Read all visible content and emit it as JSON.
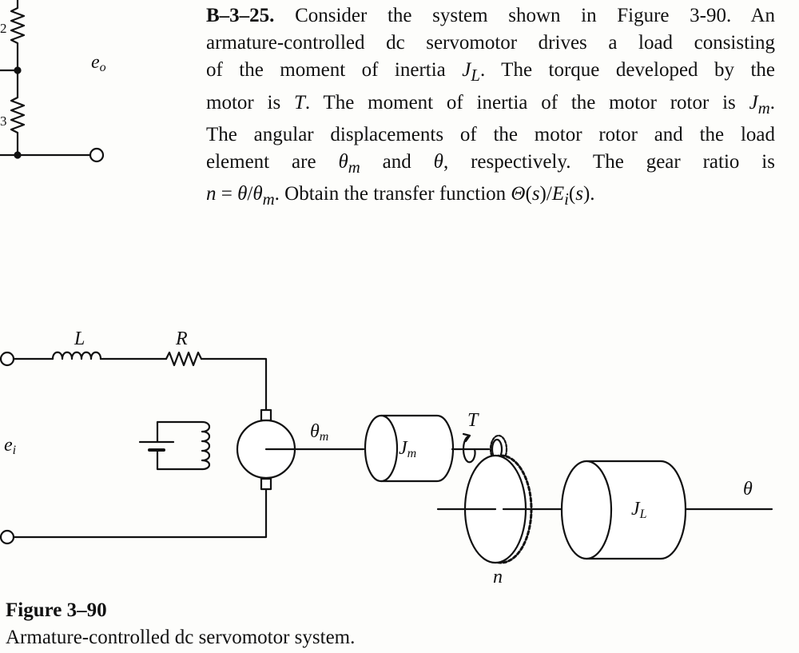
{
  "problem": {
    "number": "B–3–25.",
    "lines": [
      [
        "Consider the system shown in Figure 3-90. An"
      ],
      [
        "armature-controlled dc servomotor drives a load consisting"
      ],
      [
        "of the moment of inertia ",
        "J",
        "L",
        ". The torque developed by the"
      ],
      [
        "motor is ",
        "T",
        ". The moment of inertia of the motor rotor is ",
        "J",
        "m",
        "."
      ],
      [
        "The angular displacements of the motor rotor and the load"
      ],
      [
        "element are ",
        "θ",
        "m",
        " and ",
        "θ",
        ", respectively. The gear ratio is"
      ],
      [
        "n",
        " = ",
        "θ",
        "/",
        "θ",
        "m",
        ". Obtain the transfer function ",
        "Θ",
        "(",
        "s",
        ")/",
        "E",
        "i",
        "(",
        "s",
        ")."
      ]
    ]
  },
  "prev_figure": {
    "labels": {
      "eo": "e",
      "eo_sub": "o",
      "r2": "2",
      "r3": "3"
    }
  },
  "figure": {
    "labels": {
      "L": "L",
      "R": "R",
      "ei": "e",
      "ei_sub": "i",
      "theta_m": "θ",
      "theta_m_sub": "m",
      "Jm": "J",
      "Jm_sub": "m",
      "T": "T",
      "JL": "J",
      "JL_sub": "L",
      "theta": "θ",
      "n": "n"
    }
  },
  "caption": {
    "label": "Figure 3–90",
    "text": "Armature-controlled dc servomotor system."
  }
}
